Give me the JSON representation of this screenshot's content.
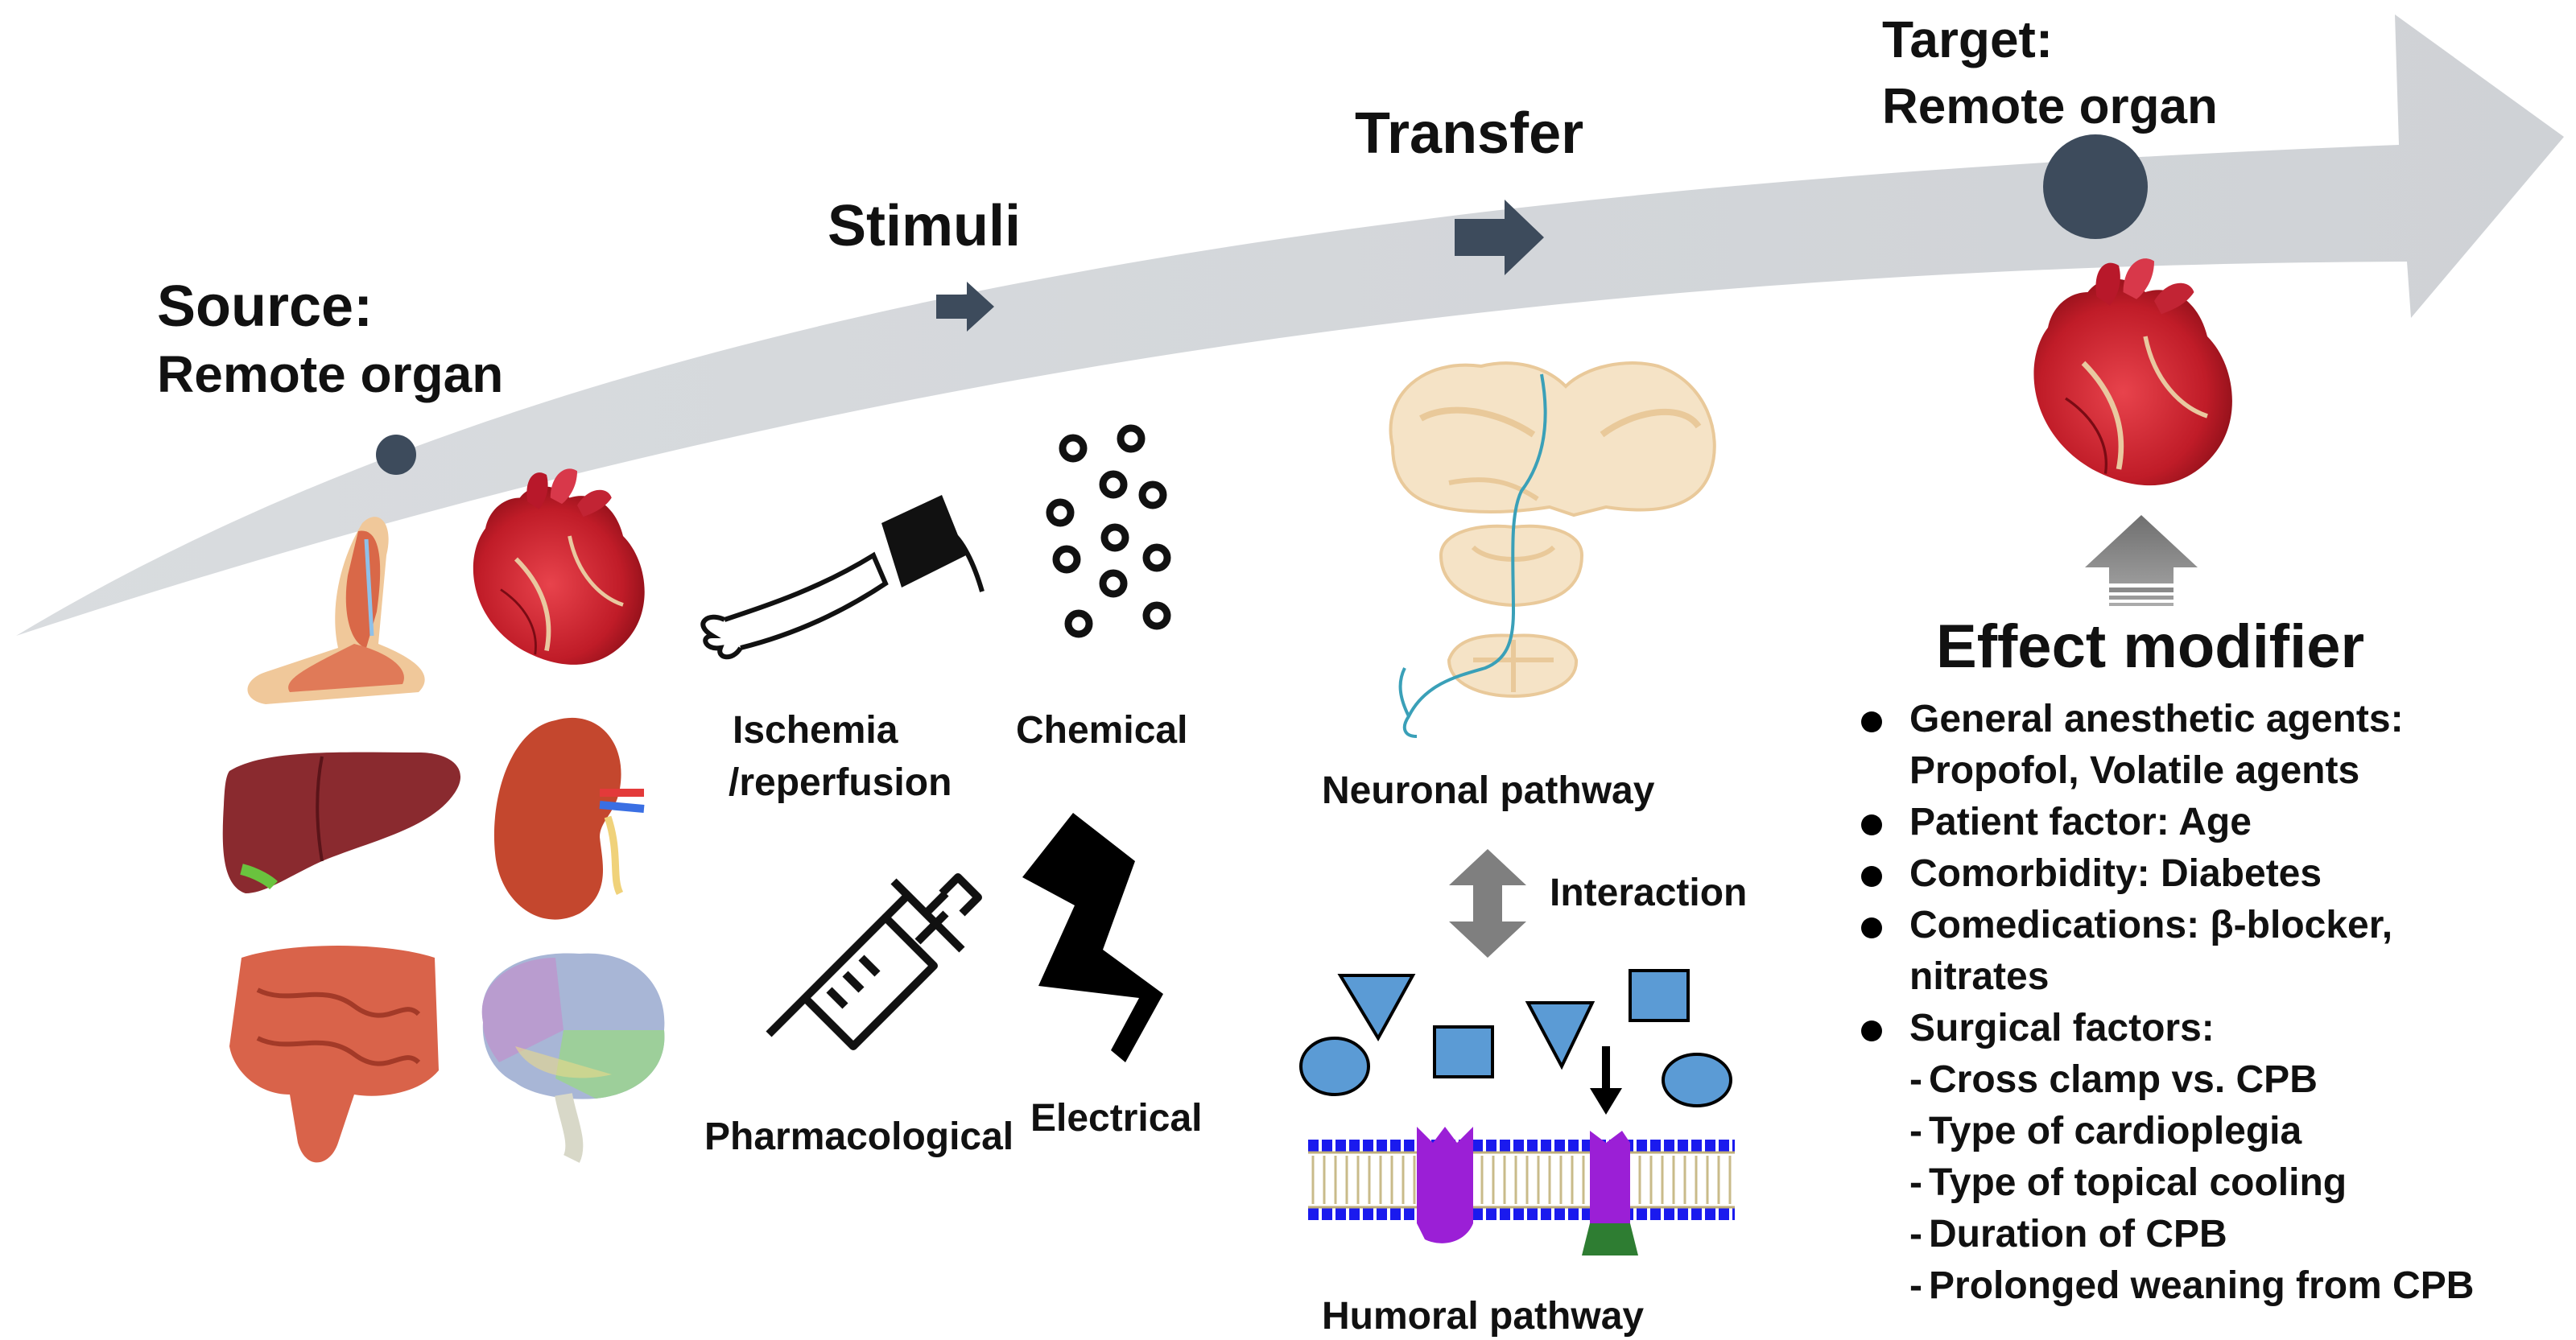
{
  "stages": {
    "source_title": "Source:",
    "source_sub": "Remote organ",
    "stimuli_title": "Stimuli",
    "transfer_title": "Transfer",
    "target_title": "Target:",
    "target_sub": "Remote organ"
  },
  "source_organs": [
    "arm-muscle-icon",
    "heart-icon",
    "liver-icon",
    "kidney-icon",
    "intestine-icon",
    "brain-icon"
  ],
  "stimuli": {
    "ischemia_line1": "Ischemia",
    "ischemia_line2": "/reperfusion",
    "chemical": "Chemical",
    "pharmacological": "Pharmacological",
    "electrical": "Electrical"
  },
  "transfer": {
    "neuronal": "Neuronal pathway",
    "interaction": "Interaction",
    "humoral": "Humoral pathway"
  },
  "effect_modifier": {
    "title": "Effect modifier",
    "items": [
      {
        "lines": [
          "General anesthetic agents:",
          "Propofol, Volatile agents"
        ]
      },
      {
        "lines": [
          "Patient factor: Age"
        ]
      },
      {
        "lines": [
          "Comorbidity: Diabetes"
        ]
      },
      {
        "lines": [
          "Comedications: β-blocker,",
          "nitrates"
        ]
      },
      {
        "lines": [
          "Surgical factors:"
        ],
        "sub": [
          "Cross clamp vs. CPB",
          "Type of cardioplegia",
          "Type of topical cooling",
          "Duration of CPB",
          "Prolonged weaning from CPB"
        ]
      }
    ]
  },
  "colors": {
    "arrow": "#d3d6da",
    "dark_marker": "#3d4b5c",
    "heart_red": "#c8202c",
    "blue_shape": "#5b9bd5",
    "purple_channel": "#9b1fd6",
    "modifier_arrow": "#7f7f7f"
  }
}
